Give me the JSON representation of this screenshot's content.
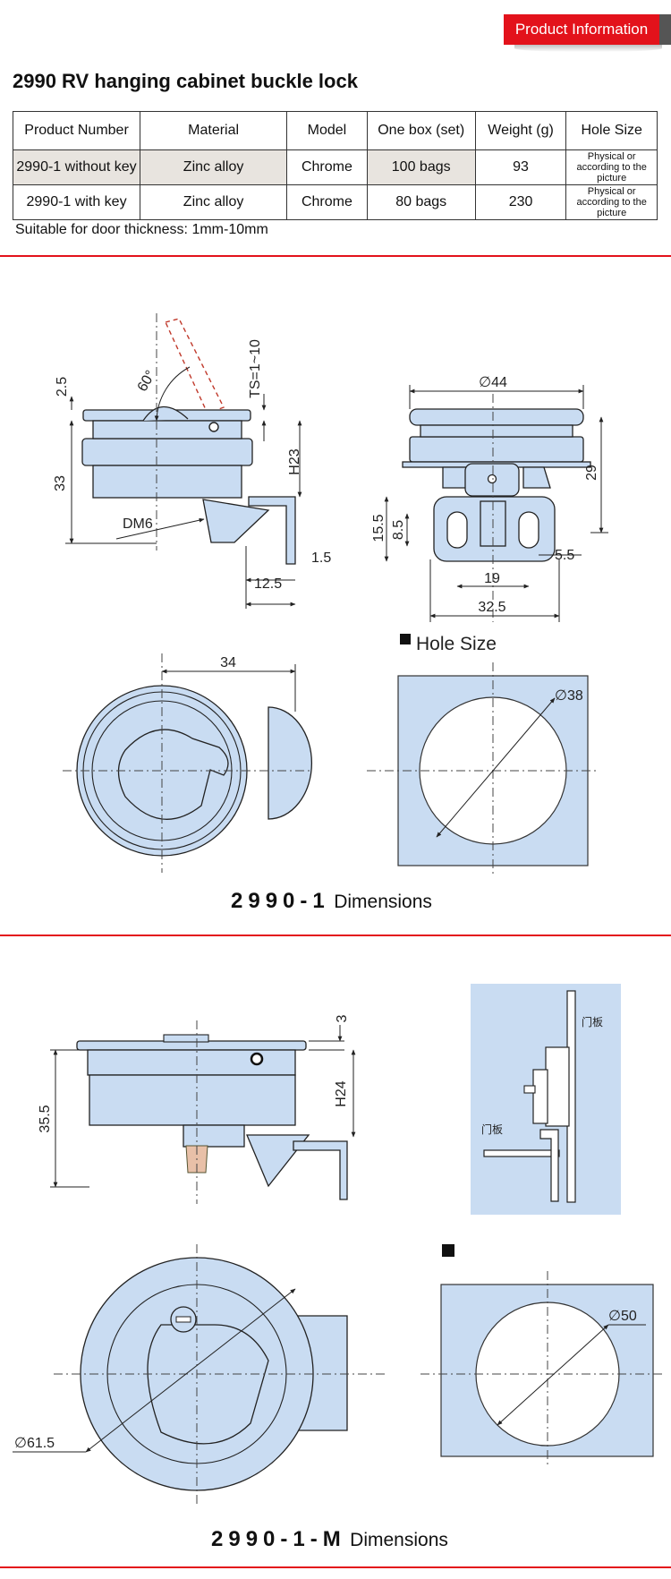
{
  "header": {
    "badge": "Product Information"
  },
  "product": {
    "title": "2990 RV hanging cabinet buckle lock",
    "note": "Suitable for door thickness: 1mm-10mm"
  },
  "table": {
    "headers": [
      "Product Number",
      "Material",
      "Model",
      "One box (set)",
      "Weight (g)",
      "Hole Size"
    ],
    "rows": [
      [
        "2990-1 without key",
        "Zinc alloy",
        "Chrome",
        "100 bags",
        "93",
        "Physical or according to the picture"
      ],
      [
        "2990-1 with key",
        "Zinc alloy",
        "Chrome",
        "80 bags",
        "230",
        "Physical or according to the picture"
      ]
    ]
  },
  "drawing1": {
    "dims": {
      "d2_5": "2.5",
      "angle": "60°",
      "ts": "TS=1~10",
      "h23": "H23",
      "d33": "33",
      "dm6": "DM6",
      "d1_5": "1.5",
      "d12_5": "12.5",
      "dia44": "∅44",
      "d29": "29",
      "d15_5": "15.5",
      "d8_5": "8.5",
      "d5_5": "5.5",
      "d19": "19",
      "d32_5": "32.5",
      "d34": "34",
      "dia38": "∅38"
    },
    "hole_size_label": "Hole Size",
    "caption_code": "2990-1",
    "caption_word": "Dimensions"
  },
  "drawing2": {
    "dims": {
      "d3": "3",
      "d35_5": "35.5",
      "h24": "H24",
      "dia61_5": "∅61.5",
      "dia50": "∅50"
    },
    "door_label": "门板",
    "caption_code": "2990-1-M",
    "caption_word": "Dimensions"
  },
  "colors": {
    "accent": "#e3121b",
    "part_fill": "#c9dcf2",
    "part_stroke": "#222222"
  }
}
